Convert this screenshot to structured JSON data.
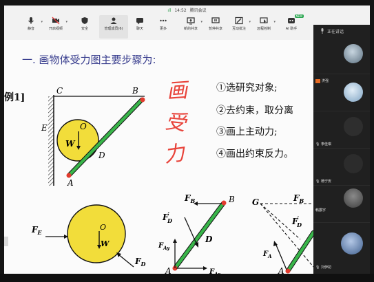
{
  "status": {
    "signal": "ıll",
    "time": "14:52",
    "title": "腾讯会议"
  },
  "toolbar": [
    {
      "label": "静音",
      "icon": "microphone-icon",
      "caret": true
    },
    {
      "label": "开启视频",
      "icon": "video-off-icon",
      "caret": true
    },
    {
      "label": "安全",
      "icon": "shield-icon",
      "caret": false
    },
    {
      "label": "管理成员(6)",
      "icon": "members-icon",
      "caret": false
    },
    {
      "label": "聊天",
      "icon": "chat-icon",
      "caret": false
    },
    {
      "label": "更多",
      "icon": "more-icon",
      "caret": false
    },
    {
      "label": "新的共享",
      "icon": "share-screen-icon",
      "caret": true
    },
    {
      "label": "暂停共享",
      "icon": "pause-share-icon",
      "caret": false
    },
    {
      "label": "互动批注",
      "icon": "annotate-icon",
      "caret": true
    },
    {
      "label": "远程控制",
      "icon": "remote-control-icon",
      "caret": true
    },
    {
      "label": "AI 助手",
      "icon": "ai-assistant-icon",
      "caret": false,
      "tag": "NEW"
    }
  ],
  "slide": {
    "heading": "一. 画物体受力图主要步骤为:",
    "example_label": "例1]",
    "steps": [
      "①选研究对象;",
      "②去约束，取分离",
      "③画上主动力;",
      "④画出约束反力。"
    ],
    "handwriting": [
      "画",
      "受",
      "力"
    ],
    "fig1_labels": {
      "C": "C",
      "B": "B",
      "E": "E",
      "O": "O",
      "W": "W",
      "D": "D",
      "A": "A"
    },
    "fig2_labels": {
      "FE": "E",
      "O": "O",
      "W": "W",
      "FD": "D",
      "F": "F"
    },
    "fig3_labels": {
      "FB": "B",
      "B": "B",
      "FD_prime": "D",
      "D": "D",
      "FAy": "Ay",
      "A": "A",
      "FAx": "Ax",
      "F": "F",
      "prime": "′"
    },
    "fig4_labels": {
      "G": "G",
      "FB": "B",
      "FD_prime": "D",
      "FA": "A",
      "A": "A",
      "F": "F",
      "prime": "′"
    }
  },
  "panel": {
    "header": "正在讲话",
    "participants": [
      {
        "name": "",
        "avatar_color": "#7d8fa0"
      },
      {
        "name": "洪强",
        "avatar_color": "#9ab6cf",
        "badge": true
      },
      {
        "name": "李佳琪",
        "avatar_color": "#2e2e2e"
      },
      {
        "name": "杨宁安",
        "avatar_color": "#2c2c2c"
      },
      {
        "name": "韩震宇",
        "avatar_color": "#5f5f5f"
      },
      {
        "name": "刘伊初",
        "avatar_color": "#4d6b9a"
      }
    ]
  },
  "colors": {
    "rod": "#39b54a",
    "disk": "#f2dd3a",
    "handwriting": "#e8433a",
    "heading": "#3a3f8f"
  }
}
